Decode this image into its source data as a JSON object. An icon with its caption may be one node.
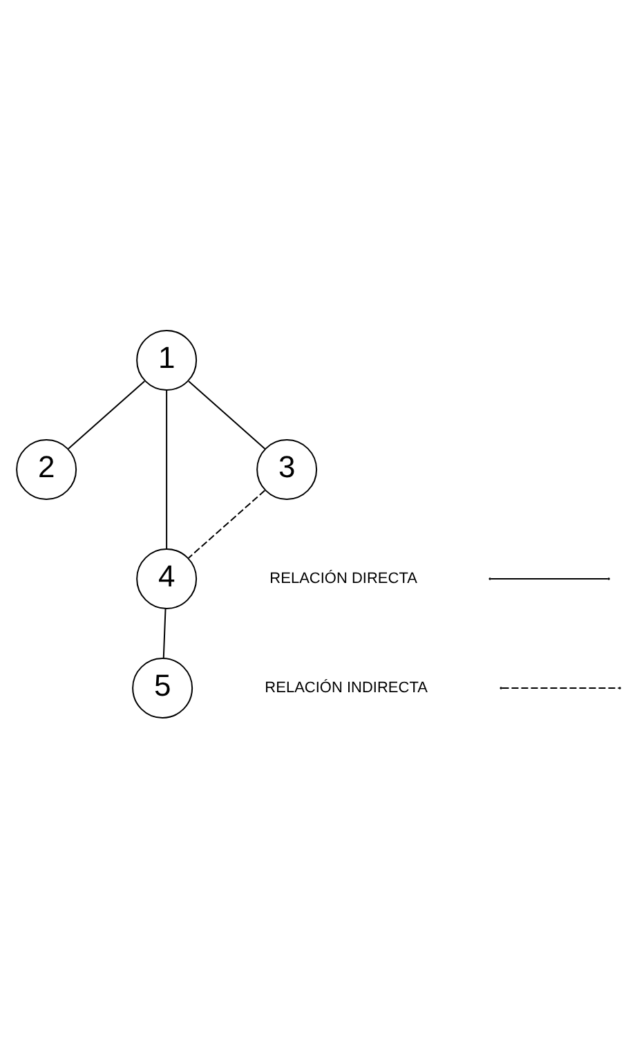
{
  "diagram": {
    "nodes": [
      {
        "text": [
          "2"
        ]
      },
      {
        "text": [
          "1"
        ]
      },
      {
        "text": [
          "3"
        ]
      },
      {
        "text": [
          "4"
        ]
      },
      {
        "text": [
          "5"
        ]
      }
    ],
    "edges": [
      {
        "from": 1,
        "to": 0,
        "arrow": "none"
      },
      {
        "from": 1,
        "to": 2,
        "arrow": "none"
      },
      {
        "from": 1,
        "to": 3,
        "arrow": "none"
      },
      {
        "from": 2,
        "to": 3,
        "arrow": "none",
        "style": "dashed"
      },
      {
        "from": 3,
        "to": 4,
        "arrow": "none"
      }
    ],
    "legend": [
      {
        "text": "RELACIÓN DIRECTA"
      },
      {
        "text": "RELACIÓN INDIRECTA"
      }
    ]
  }
}
